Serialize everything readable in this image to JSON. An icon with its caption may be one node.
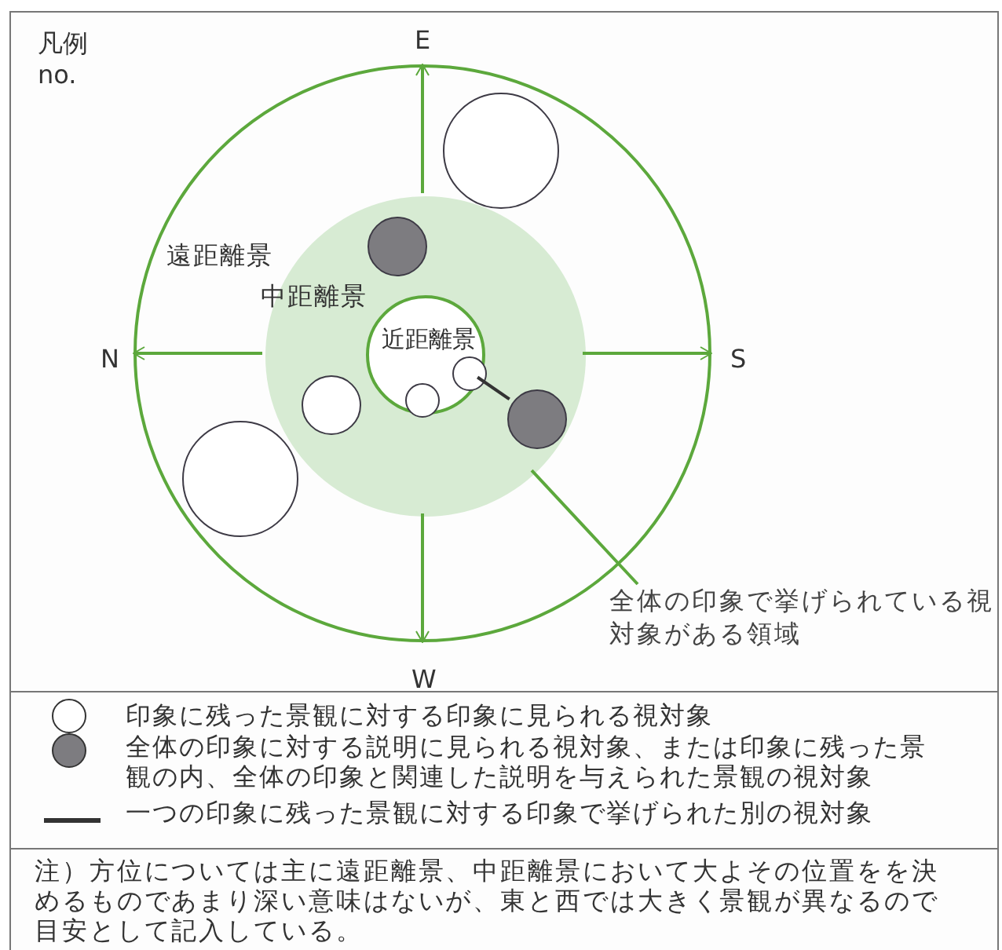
{
  "diagram": {
    "nodes": [
      {
        "text": [
          "遠距離景"
        ]
      },
      {
        "text": [
          "中距離景"
        ],
        "in": 0
      },
      {
        "text": [
          "近距離景"
        ],
        "in": 1
      },
      {
        "text": [],
        "shape": "circle",
        "in": 0
      },
      {
        "text": [],
        "shape": "circle",
        "in": 1
      },
      {
        "text": [],
        "shape": "circle",
        "in": 2
      },
      {
        "text": [],
        "shape": "circle",
        "in": 2
      },
      {
        "text": [],
        "shape": "circle",
        "in": 1
      },
      {
        "text": [],
        "shape": "circle",
        "in": 1
      },
      {
        "text": [],
        "shape": "circle",
        "in": 0
      },
      {
        "text": [
          "全体の印象で挙げられている視対象がある領域"
        ]
      }
    ],
    "edges": [
      {
        "from": 1,
        "to": 0,
        "arrow": "to"
      },
      {
        "from": 1,
        "to": 0,
        "arrow": "to"
      },
      {
        "from": 1,
        "to": 0,
        "arrow": "to"
      },
      {
        "from": 1,
        "to": 0,
        "arrow": "to"
      },
      {
        "from": 5,
        "to": 8,
        "arrow": "none",
        "color": "#333333"
      },
      {
        "from": 10,
        "to": 1,
        "arrow": "none"
      }
    ],
    "labels": [
      "凡例",
      "no.",
      "E",
      "N",
      "S",
      "W",
      "注）方位については主に遠距離景、中距離景において大よその位置をを決めるものであまり深い意味はないが、東と西では大きく景観が異なるので目安として記入している。"
    ],
    "legend": [
      {
        "text": "印象に残った景観に対する印象に見られる視対象"
      },
      {
        "text": "全体の印象に対する説明に見られる視対象、または印象に残った景観の内、全体の印象と関連した説明を与えられた景観の視対象"
      },
      {
        "text": "一つの印象に残った景観に対する印象で挙げられた別の視対象"
      }
    ]
  }
}
